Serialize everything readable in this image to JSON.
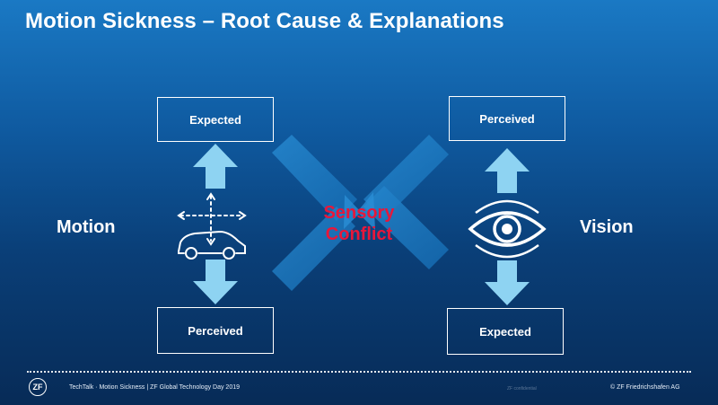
{
  "slide": {
    "title": "Motion Sickness – Root Cause & Explanations"
  },
  "diagram": {
    "left_label": "Motion",
    "right_label": "Vision",
    "left_top_box": "Expected",
    "left_bottom_box": "Perceived",
    "right_top_box": "Perceived",
    "right_bottom_box": "Expected",
    "center_line1": "Sensory",
    "center_line2": "Conflict",
    "conflict_color": "#e8173a",
    "arrow_color": "#8ed3f2",
    "icons": [
      "car-motion-icon",
      "eye-icon"
    ]
  },
  "footer": {
    "logo_text": "ZF",
    "left_text": "TechTalk · Motion Sickness | ZF Global Technology Day 2019",
    "center_text": "ZF confidential",
    "right_text": "© ZF Friedrichshafen AG"
  }
}
